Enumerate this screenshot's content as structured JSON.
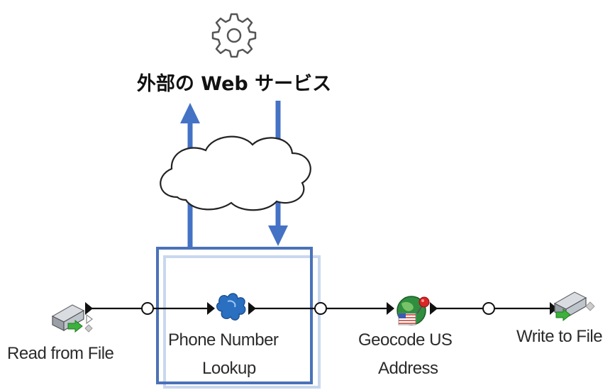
{
  "external_service": {
    "title": "外部の Web サービス",
    "icon": "gear-icon"
  },
  "colors": {
    "accent_blue": "#4472C4",
    "selection_blue": "#4A72B8",
    "line_black": "#111111"
  },
  "flow": {
    "stages": [
      {
        "id": "read",
        "label": "Read from File",
        "icon": "file-reader-icon"
      },
      {
        "id": "phone",
        "label_line1": "Phone Number",
        "label_line2": "Lookup",
        "icon": "puzzle-piece-icon",
        "selected": true
      },
      {
        "id": "geocode",
        "label_line1": "Geocode US",
        "label_line2": "Address",
        "icon": "us-globe-pin-icon"
      },
      {
        "id": "write",
        "label": "Write to File",
        "icon": "file-writer-icon"
      }
    ]
  }
}
